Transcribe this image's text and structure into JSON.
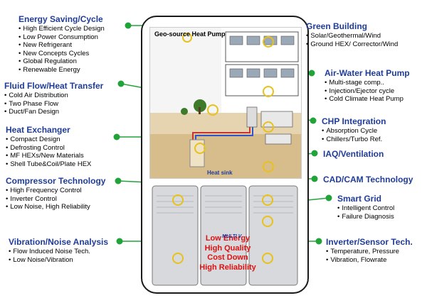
{
  "image": {
    "panel": {
      "scene_title": "Geo-source Heat Pump",
      "heat_sink_label": "Heat sink"
    },
    "slogan": [
      "Low Energy",
      "High Quality",
      "Cost Down",
      "High Reliability"
    ],
    "logo": "MULTI V"
  },
  "left_blocks": [
    {
      "title": "Energy Saving/Cycle",
      "items": [
        "High Efficient Cycle Design",
        "Low Power Consumption",
        "New Refrigerant",
        "New Concepts Cycles",
        "Global Regulation",
        "Renewable Energy"
      ]
    },
    {
      "title": "Fluid Flow/Heat Transfer",
      "items": [
        "Cold Air Distribution",
        "Two Phase Flow",
        "Duct/Fan Design"
      ]
    },
    {
      "title": "Heat Exchanger",
      "items": [
        "Compact Design",
        "Defrosting Control",
        "MF HEXs/New Materials",
        "Shell Tube&Coil/Plate HEX"
      ]
    },
    {
      "title": "Compressor Technology",
      "items": [
        "High Frequency Control",
        "Inverter Control",
        "Low Noise, High Reliability"
      ]
    },
    {
      "title": "Vibration/Noise Analysis",
      "items": [
        "Flow Induced Noise Tech.",
        "Low Noise/Vibration"
      ]
    }
  ],
  "right_blocks": [
    {
      "title": "Green Building",
      "items": [
        "Solar/Geothermal/Wind",
        "Ground HEX/ Corrector/Wind"
      ]
    },
    {
      "title": "Air-Water Heat Pump",
      "items": [
        "Multi-stage comp..",
        "Injection/Ejector cycle",
        "Cold Climate Heat Pump"
      ]
    },
    {
      "title": "CHP Integration",
      "items": [
        "Absorption Cycle",
        "Chillers/Turbo Ref."
      ]
    },
    {
      "title": "IAQ/Ventilation",
      "items": []
    },
    {
      "title": "CAD/CAM Technology",
      "items": []
    },
    {
      "title": "Smart Grid",
      "items": [
        "Intelligent Control",
        "Failure Diagnosis"
      ]
    },
    {
      "title": "Inverter/Sensor Tech.",
      "items": [
        "Temperature, Pressure",
        "Vibration, Flowrate"
      ]
    }
  ],
  "colors": {
    "title_blue": "#1f3c9a",
    "connector_green": "#22a33a",
    "highlight_yellow": "#e8c21a",
    "slogan_red": "#e01010"
  }
}
